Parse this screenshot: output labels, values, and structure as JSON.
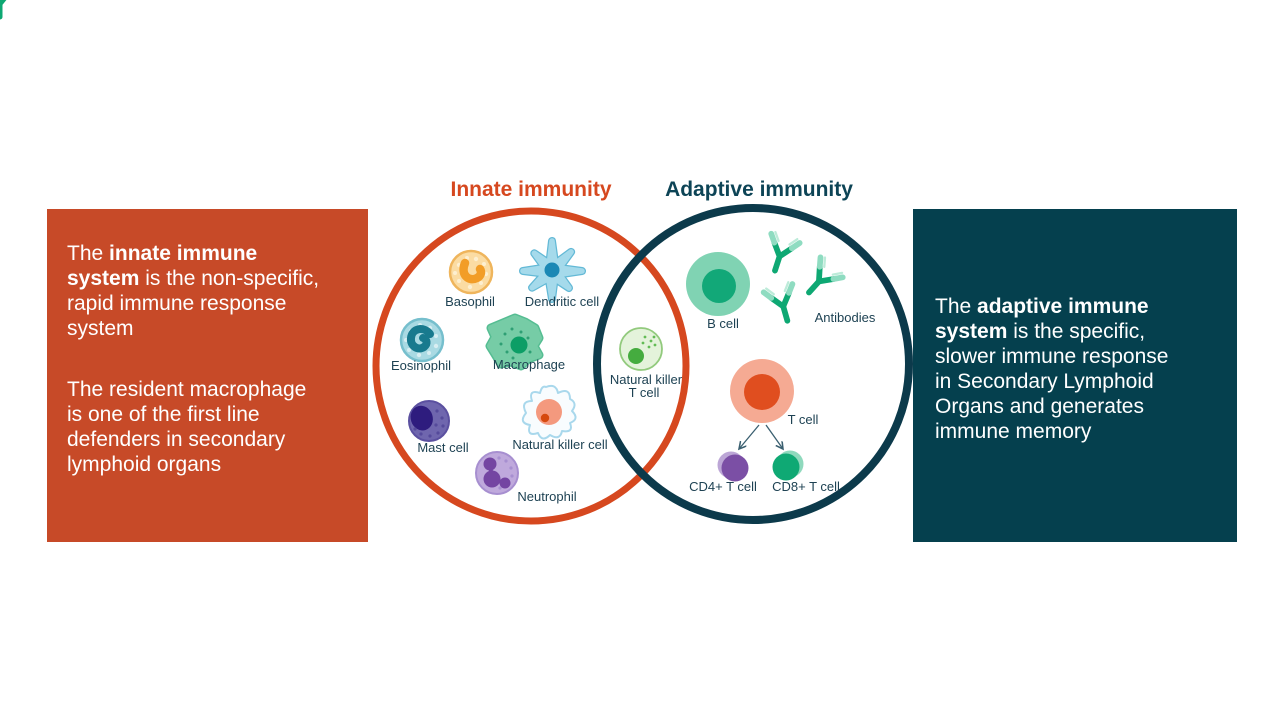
{
  "colors": {
    "innate_box_bg": "#C74A28",
    "innate_accent": "#D6481F",
    "adaptive_box_bg": "#05404E",
    "adaptive_circle": "#0C3A4B",
    "adaptive_accent": "#0D4456",
    "label_text": "#1E4253"
  },
  "left_box": {
    "paragraph1": [
      [
        {
          "text": "The ",
          "bold": false
        },
        {
          "text": "innate immune",
          "bold": true
        }
      ],
      [
        {
          "text": "system",
          "bold": true
        },
        {
          "text": " is the non-specific,",
          "bold": false
        }
      ],
      [
        {
          "text": "rapid immune response",
          "bold": false
        }
      ],
      [
        {
          "text": "system",
          "bold": false
        }
      ]
    ],
    "paragraph2": [
      [
        {
          "text": "The resident macrophage",
          "bold": false
        }
      ],
      [
        {
          "text": "is one of the first line",
          "bold": false
        }
      ],
      [
        {
          "text": "defenders in secondary",
          "bold": false
        }
      ],
      [
        {
          "text": "lymphoid organs",
          "bold": false
        }
      ]
    ]
  },
  "right_box": {
    "paragraph1": [
      [
        {
          "text": "The ",
          "bold": false
        },
        {
          "text": "adaptive immune",
          "bold": true
        }
      ],
      [
        {
          "text": "system",
          "bold": true
        },
        {
          "text": " is the specific,",
          "bold": false
        }
      ],
      [
        {
          "text": "slower immune response",
          "bold": false
        }
      ],
      [
        {
          "text": "in Secondary Lymphoid",
          "bold": false
        }
      ],
      [
        {
          "text": "Organs and generates",
          "bold": false
        }
      ],
      [
        {
          "text": "immune memory",
          "bold": false
        }
      ]
    ]
  },
  "venn": {
    "innate_title": "Innate immunity",
    "adaptive_title": "Adaptive immunity",
    "labels": {
      "basophil": "Basophil",
      "dendritic": "Dendritic cell",
      "eosinophil": "Eosinophil",
      "macrophage": "Macrophage",
      "mast": "Mast cell",
      "natural_killer": "Natural killer cell",
      "neutrophil": "Neutrophil",
      "nkt_line1": "Natural killer",
      "nkt_line2": "T cell",
      "b_cell": "B cell",
      "antibodies": "Antibodies",
      "t_cell": "T cell",
      "cd4": "CD4+ T cell",
      "cd8": "CD8+ T cell"
    }
  }
}
